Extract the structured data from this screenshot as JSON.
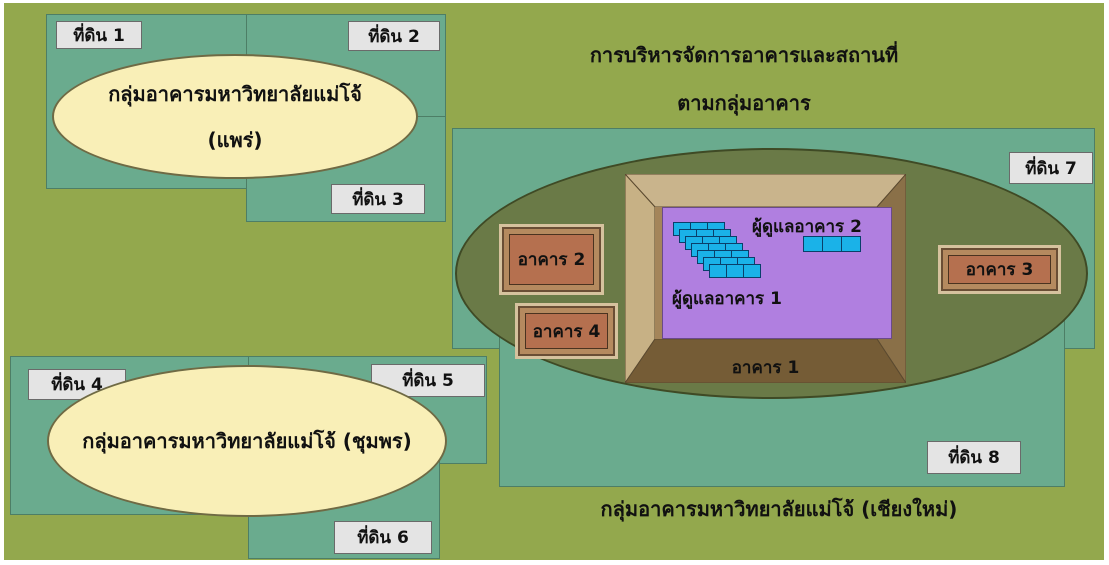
{
  "diagram": {
    "title_line1": "การบริหารจัดการอาคารและสถานที่",
    "title_line2": "ตามกลุ่มอาคาร",
    "groups": {
      "phrae": {
        "line1": "กลุ่มอาคารมหาวิทยาลัยแม่โจ้",
        "line2": "(แพร่)"
      },
      "chumphon": {
        "label": "กลุ่มอาคารมหาวิทยาลัยแม่โจ้ (ชุมพร)"
      },
      "chiangmai": {
        "label": "กลุ่มอาคารมหาวิทยาลัยแม่โจ้ (เชียงใหม่)"
      }
    },
    "lands": {
      "l1": "ที่ดิน 1",
      "l2": "ที่ดิน 2",
      "l3": "ที่ดิน 3",
      "l4": "ที่ดิน 4",
      "l5": "ที่ดิน 5",
      "l6": "ที่ดิน 6",
      "l7": "ที่ดิน 7",
      "l8": "ที่ดิน 8"
    },
    "buildings": {
      "b1": "อาคาร 1",
      "b2": "อาคาร 2",
      "b3": "อาคาร 3",
      "b4": "อาคาร 4"
    },
    "staff": {
      "s1": "ผู้ดูแลอาคาร 1",
      "s2": "ผู้ดูแลอาคาร 2"
    },
    "colors": {
      "background": "#93a84d",
      "land": "#6aab8e",
      "campus_ellipse": "#6a7a47",
      "group_ellipse": "#f9efb7",
      "building": "#b5704f",
      "building_frame": "#b0926b",
      "interior": "#b07fe0",
      "staff_cell": "#1ab2e8"
    }
  }
}
